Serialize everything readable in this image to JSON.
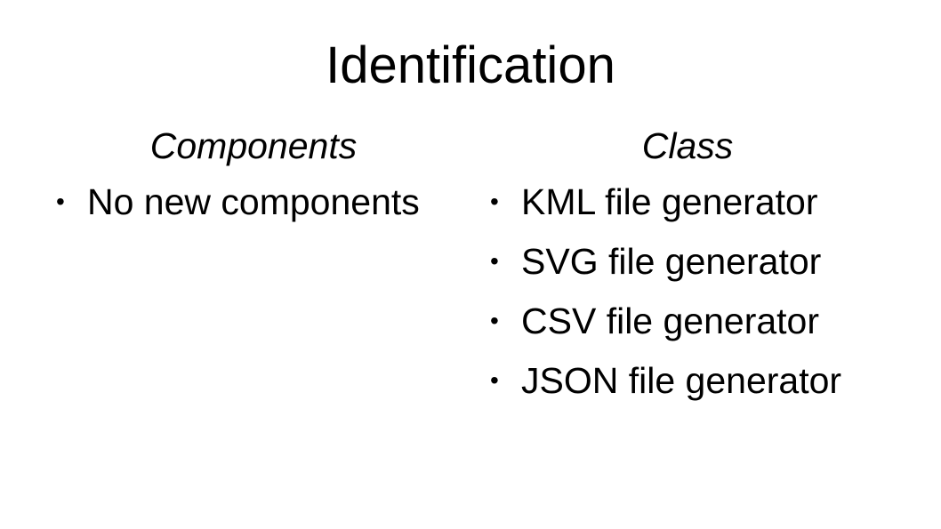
{
  "slide": {
    "title": "Identification",
    "left_column": {
      "heading": "Components",
      "items": [
        "No new components"
      ]
    },
    "right_column": {
      "heading": "Class",
      "items": [
        "KML file generator",
        "SVG file generator",
        "CSV file generator",
        "JSON file generator"
      ]
    }
  }
}
